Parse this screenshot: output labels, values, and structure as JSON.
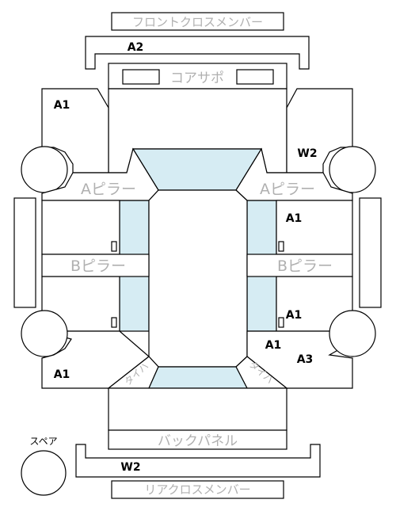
{
  "labels": {
    "front_cross_member": "フロントクロスメンバー",
    "rear_cross_member": "リアクロスメンバー",
    "core_support": "コアサポ",
    "back_panel": "バックパネル",
    "a_pillar": "Aピラー",
    "b_pillar": "Bピラー",
    "tire_house": "タイハ",
    "spare": "スペア",
    "a1": "A1",
    "a2": "A2",
    "a3": "A3",
    "w2": "W2"
  },
  "colors": {
    "highlight": "#d6ecf3",
    "outline": "#000000",
    "grey_text": "#b0b0b0"
  }
}
